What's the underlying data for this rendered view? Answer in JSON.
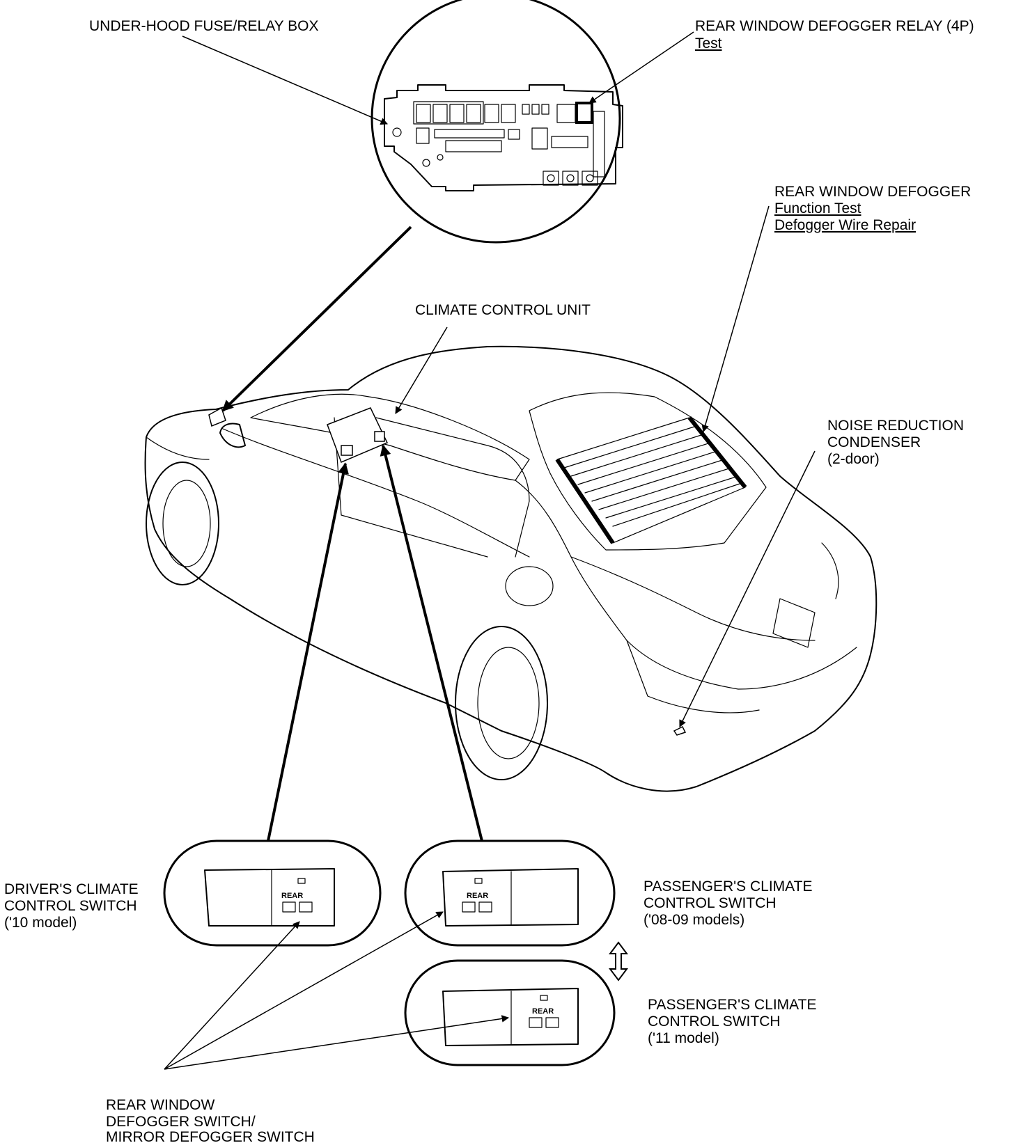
{
  "labels": {
    "under_hood_box": "UNDER-HOOD FUSE/RELAY BOX",
    "relay_title": "REAR WINDOW DEFOGGER RELAY (4P)",
    "relay_link": "Test",
    "defogger_title": "REAR WINDOW DEFOGGER",
    "defogger_link1": "Function Test",
    "defogger_link2": "Defogger Wire Repair",
    "climate_unit": "CLIMATE CONTROL UNIT",
    "noise_line1": "NOISE REDUCTION",
    "noise_line2": "CONDENSER",
    "noise_line3": "(2-door)",
    "driver_line1": "DRIVER'S CLIMATE",
    "driver_line2": "CONTROL SWITCH",
    "driver_line3": "('10 model)",
    "pass0809_line1": "PASSENGER'S CLIMATE",
    "pass0809_line2": "CONTROL SWITCH",
    "pass0809_line3": "('08-09 models)",
    "pass11_line1": "PASSENGER'S CLIMATE",
    "pass11_line2": "CONTROL SWITCH",
    "pass11_line3": "('11 model)",
    "switch_line1": "REAR WINDOW",
    "switch_line2": "DEFOGGER SWITCH/",
    "switch_line3": "MIRROR DEFOGGER SWITCH",
    "rear_key": "REAR"
  }
}
